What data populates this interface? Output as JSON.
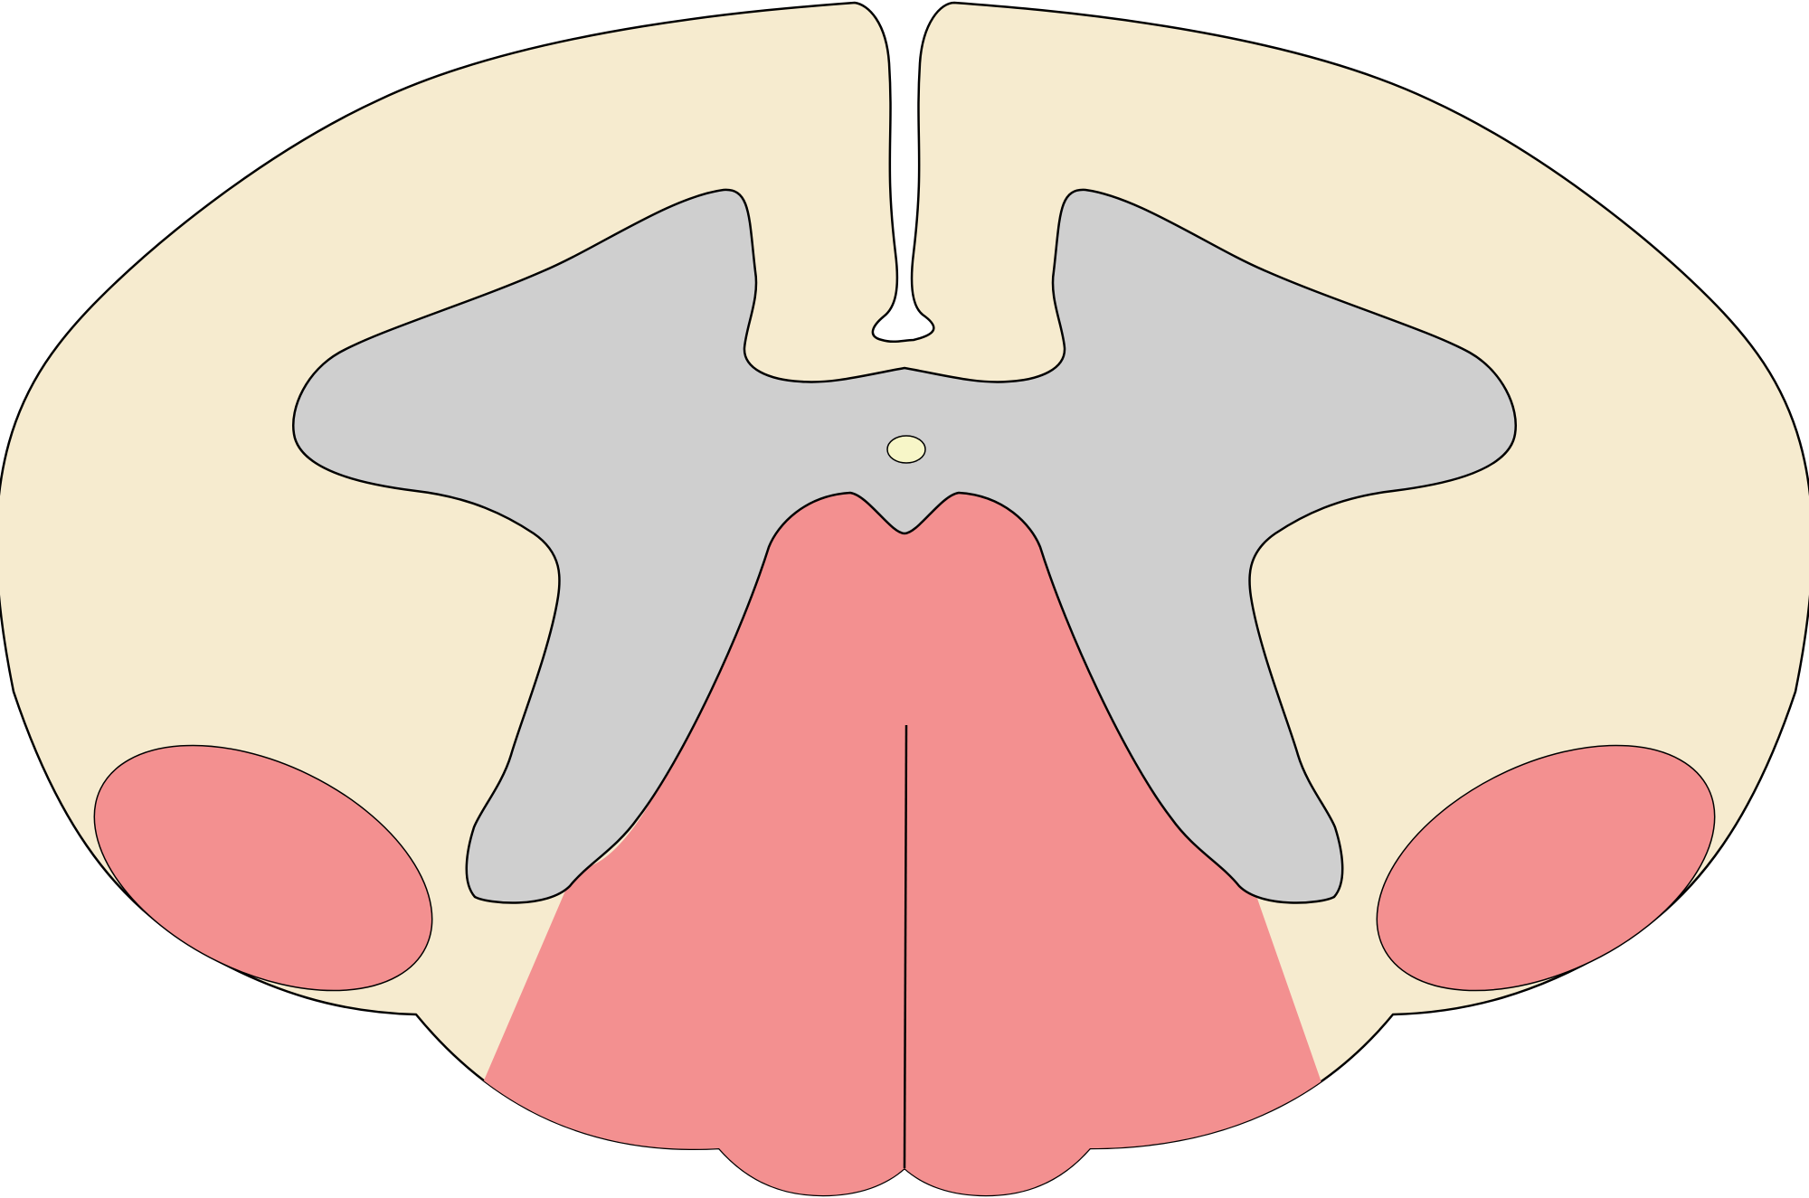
{
  "colors": {
    "white_matter": "#f6ebcf",
    "gray_matter": "#cfcfcf",
    "highlight": "#f39090",
    "central_canal": "#f7f6c8",
    "outline": "#000000",
    "background": "#ffffff"
  },
  "regions": [
    "white-matter",
    "gray-matter",
    "central-canal",
    "ventral-highlight",
    "left-lateral-highlight",
    "right-lateral-highlight",
    "dorsal-median-sulcus",
    "ventral-median-fissure"
  ]
}
